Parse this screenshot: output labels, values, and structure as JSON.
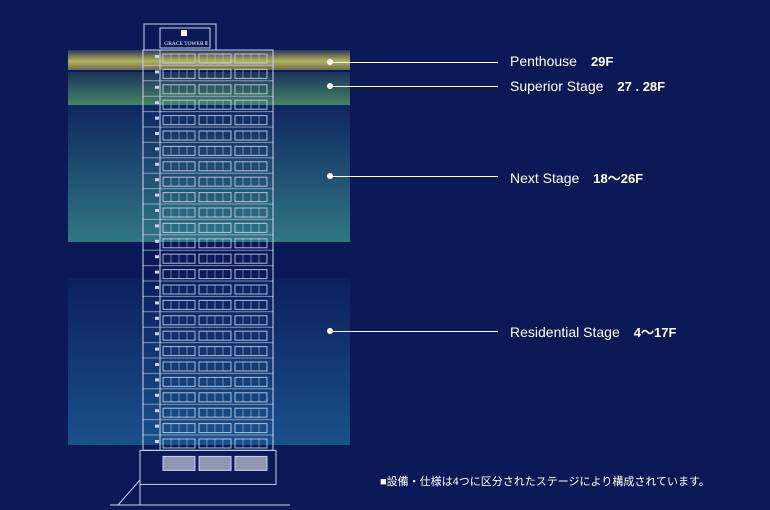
{
  "building": {
    "sign_text": "GRACE TOWER Ⅱ",
    "floors_drawn": 26
  },
  "stages": [
    {
      "name": "Penthouse",
      "floors": "29F"
    },
    {
      "name": "Superior Stage",
      "floors": "27 . 28F"
    },
    {
      "name": "Next Stage",
      "floors": "18〜26F"
    },
    {
      "name": "Residential Stage",
      "floors": "4〜17F"
    }
  ],
  "note": "■設備・仕様は4つに区分されたステージにより構成されています。",
  "colors": {
    "background": "#0b1a57",
    "penthouse": "#c8c35a",
    "superior": "#50966a",
    "next": "#37878c",
    "residential": "#1e5f96",
    "line": "#ffffff"
  }
}
